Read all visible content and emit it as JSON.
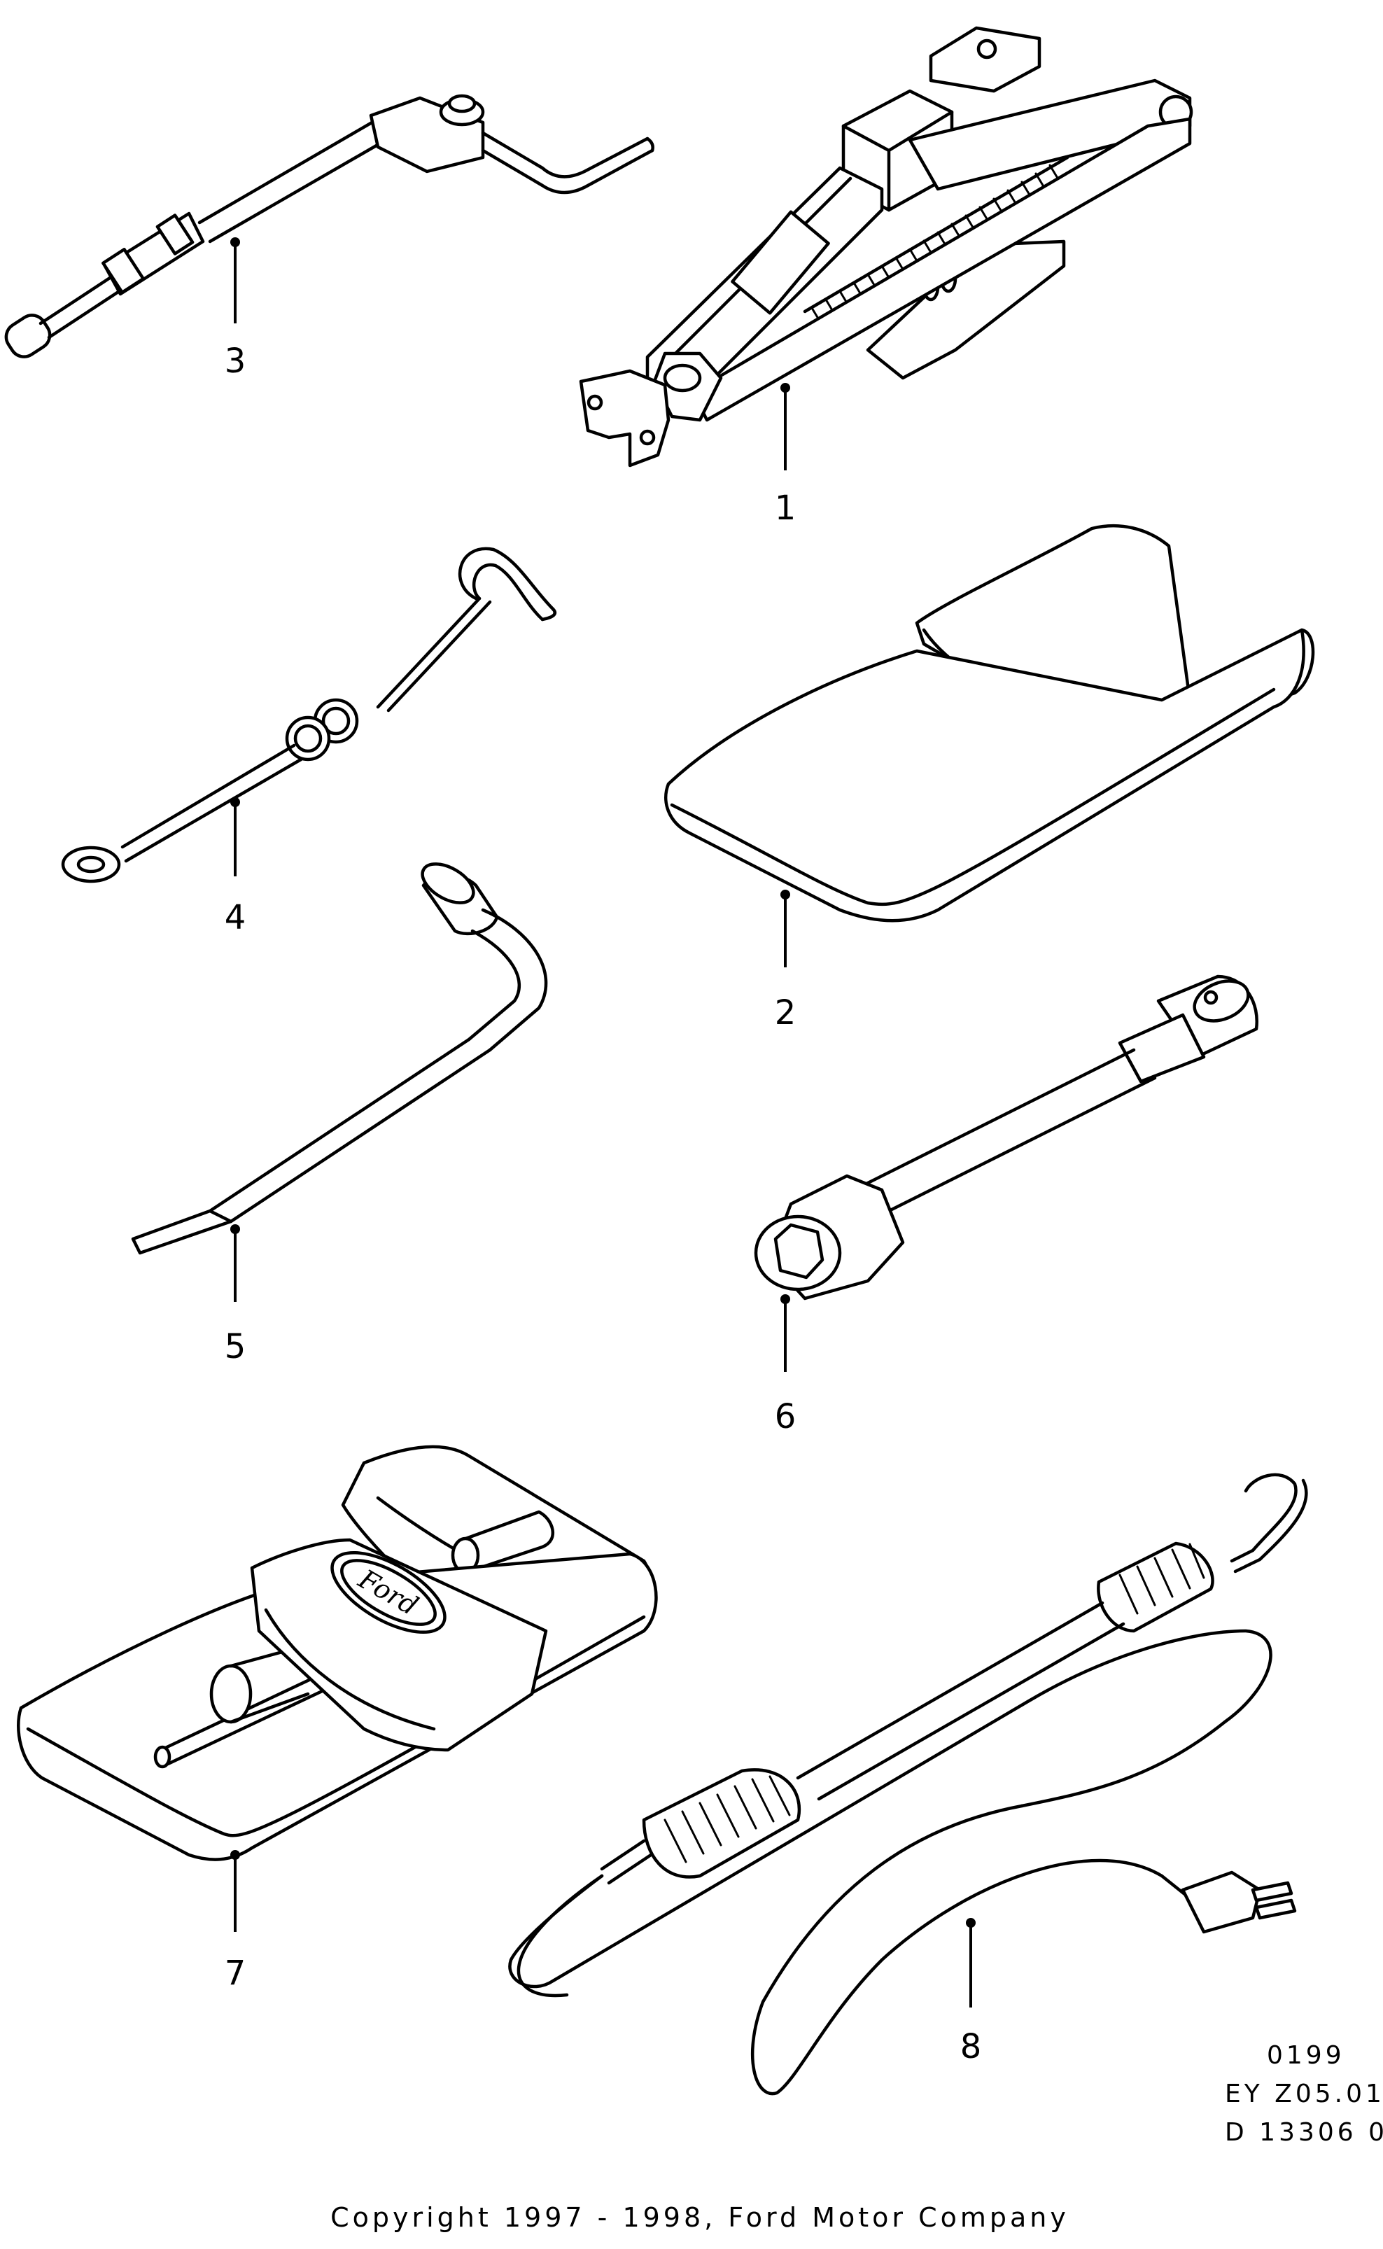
{
  "callouts": {
    "c1": "1",
    "c2": "2",
    "c3": "3",
    "c4": "4",
    "c5": "5",
    "c6": "6",
    "c7": "7",
    "c8": "8"
  },
  "reference": {
    "line1": "0199",
    "line2": "EY Z05.01",
    "line3": "D 13306 0"
  },
  "copyright": "Copyright 1997 - 1998, Ford Motor Company",
  "logo_text": "Ford"
}
